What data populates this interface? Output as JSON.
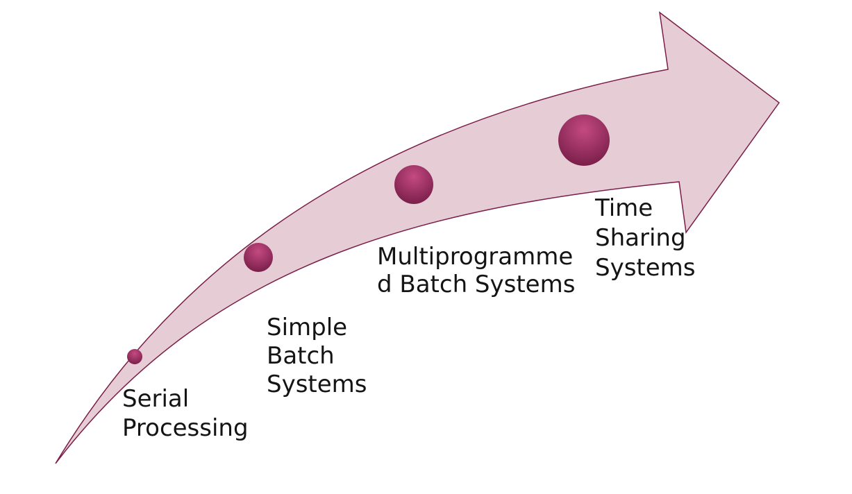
{
  "diagram": {
    "arrow_fill": "#e5ccd5",
    "arrow_stroke": "#7a1d47",
    "dot_color_top": "#c44a82",
    "dot_color_bottom": "#7a1f4a",
    "stages": [
      {
        "id": "serial-processing",
        "lines": [
          "Serial",
          "Processing"
        ]
      },
      {
        "id": "simple-batch-systems",
        "lines": [
          "Simple",
          "Batch",
          "Systems"
        ]
      },
      {
        "id": "multiprogrammed-batch-systems",
        "lines": [
          "Multiprogramme",
          "d Batch Systems"
        ]
      },
      {
        "id": "time-sharing-systems",
        "lines": [
          "Time",
          "Sharing",
          "Systems"
        ]
      }
    ]
  }
}
